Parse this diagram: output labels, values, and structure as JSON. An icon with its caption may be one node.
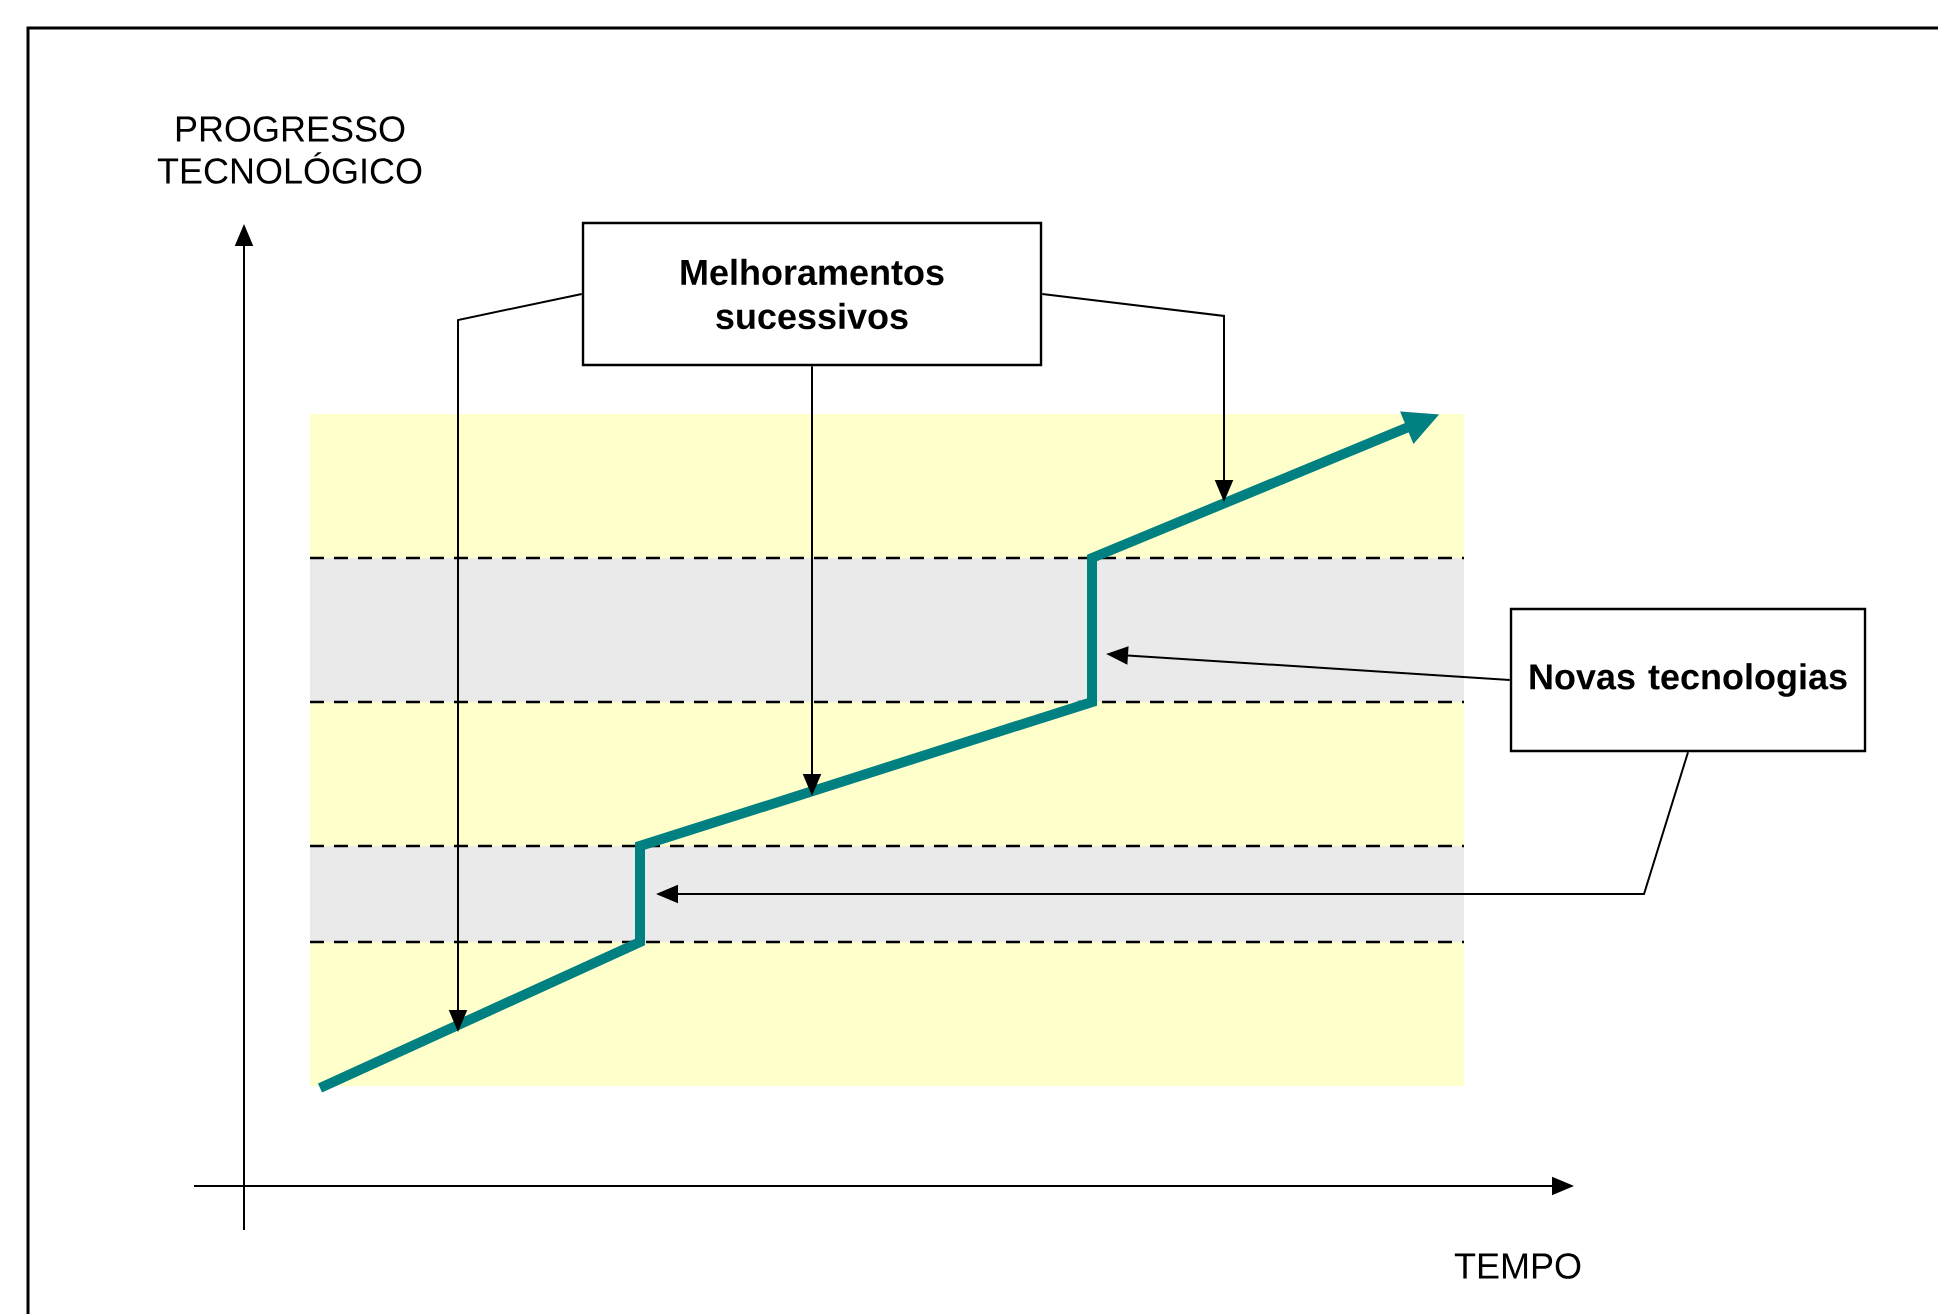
{
  "diagram": {
    "nodes": [
      {
        "text": [
          "Melhoramentos sucessivos"
        ]
      },
      {
        "text": [
          "Novas tecnologias"
        ]
      }
    ],
    "edges": [
      {
        "from": 0,
        "to": null,
        "arrow": "to"
      },
      {
        "from": 0,
        "to": null,
        "arrow": "to"
      },
      {
        "from": 0,
        "to": null,
        "arrow": "to"
      },
      {
        "from": 1,
        "to": null,
        "arrow": "to"
      },
      {
        "from": 1,
        "to": null,
        "arrow": "to"
      }
    ],
    "labels": [
      "PROGRESSO TECNOLÓGICO",
      "TEMPO"
    ]
  }
}
